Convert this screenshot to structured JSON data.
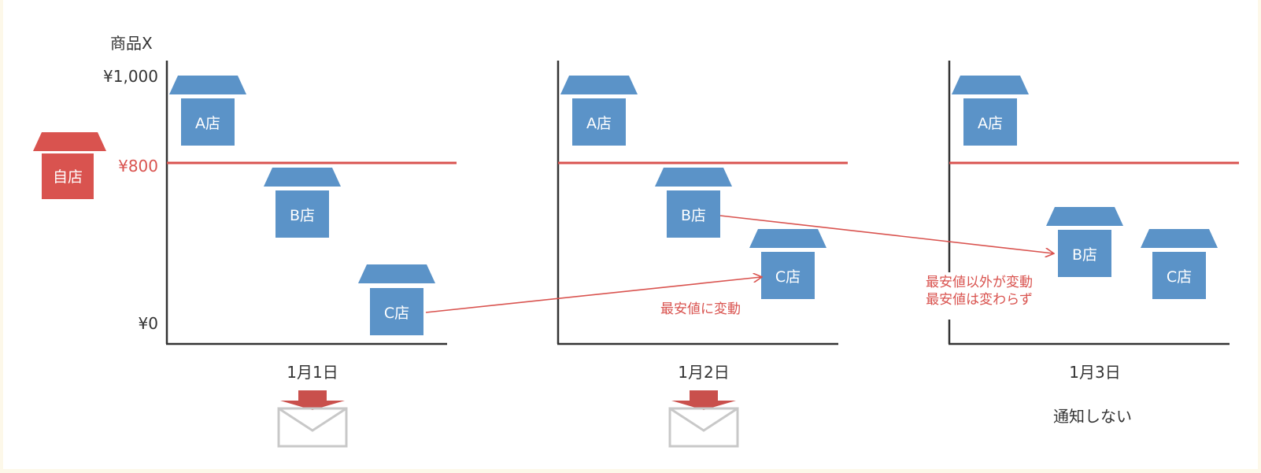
{
  "product_label": "商品X",
  "y_axis_ticks": {
    "top": "¥1,000",
    "own_price": "¥800",
    "bottom": "¥0"
  },
  "own_store": {
    "label": "自店",
    "price": 800
  },
  "days": [
    {
      "date_label": "1月1日",
      "stores": [
        {
          "label": "A店",
          "relative_price": 0.9
        },
        {
          "label": "B店",
          "relative_price": 0.52
        },
        {
          "label": "C店",
          "relative_price": 0.13
        }
      ],
      "notification": "mail",
      "notification_text": ""
    },
    {
      "date_label": "1月2日",
      "stores": [
        {
          "label": "A店",
          "relative_price": 0.9
        },
        {
          "label": "B店",
          "relative_price": 0.52
        },
        {
          "label": "C店",
          "relative_price": 0.27
        }
      ],
      "notification": "mail",
      "notification_text": ""
    },
    {
      "date_label": "1月3日",
      "stores": [
        {
          "label": "A店",
          "relative_price": 0.9
        },
        {
          "label": "B店",
          "relative_price": 0.35
        },
        {
          "label": "C店",
          "relative_price": 0.27
        }
      ],
      "notification": "none",
      "notification_text": "通知しない"
    }
  ],
  "annotations": {
    "lowest_changed": "最安値に変動",
    "other_changed_line1": "最安値以外が変動",
    "other_changed_line2": "最安値は変わらず"
  },
  "colors": {
    "store": "#5b93c8",
    "own_store": "#d9534f",
    "price_line": "#d9534f",
    "axis": "#333333",
    "mail": "#c8c8c8",
    "arrow": "#d9534f",
    "background": "#fdf8e9"
  },
  "icons": {
    "store": "store-icon",
    "own_store": "own-store-icon",
    "mail": "mail-icon",
    "down_arrow": "down-arrow-icon"
  }
}
